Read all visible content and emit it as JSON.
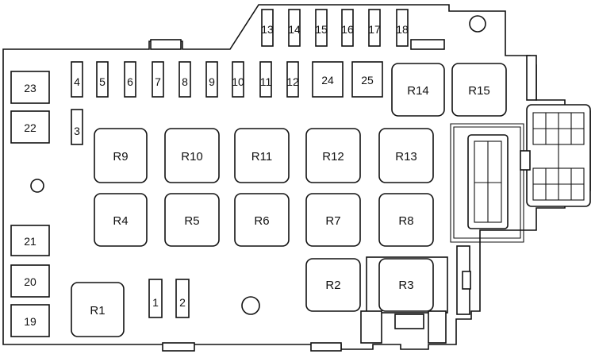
{
  "fuses": {
    "f1": "1",
    "f2": "2",
    "f3": "3",
    "f4": "4",
    "f5": "5",
    "f6": "6",
    "f7": "7",
    "f8": "8",
    "f9": "9",
    "f10": "10",
    "f11": "11",
    "f12": "12",
    "f13": "13",
    "f14": "14",
    "f15": "15",
    "f16": "16",
    "f17": "17",
    "f18": "18",
    "f19": "19",
    "f20": "20",
    "f21": "21",
    "f22": "22",
    "f23": "23",
    "f24": "24",
    "f25": "25"
  },
  "relays": {
    "r1": "R1",
    "r2": "R2",
    "r3": "R3",
    "r4": "R4",
    "r5": "R5",
    "r6": "R6",
    "r7": "R7",
    "r8": "R8",
    "r9": "R9",
    "r10": "R10",
    "r11": "R11",
    "r12": "R12",
    "r13": "R13",
    "r14": "R14",
    "r15": "R15"
  }
}
